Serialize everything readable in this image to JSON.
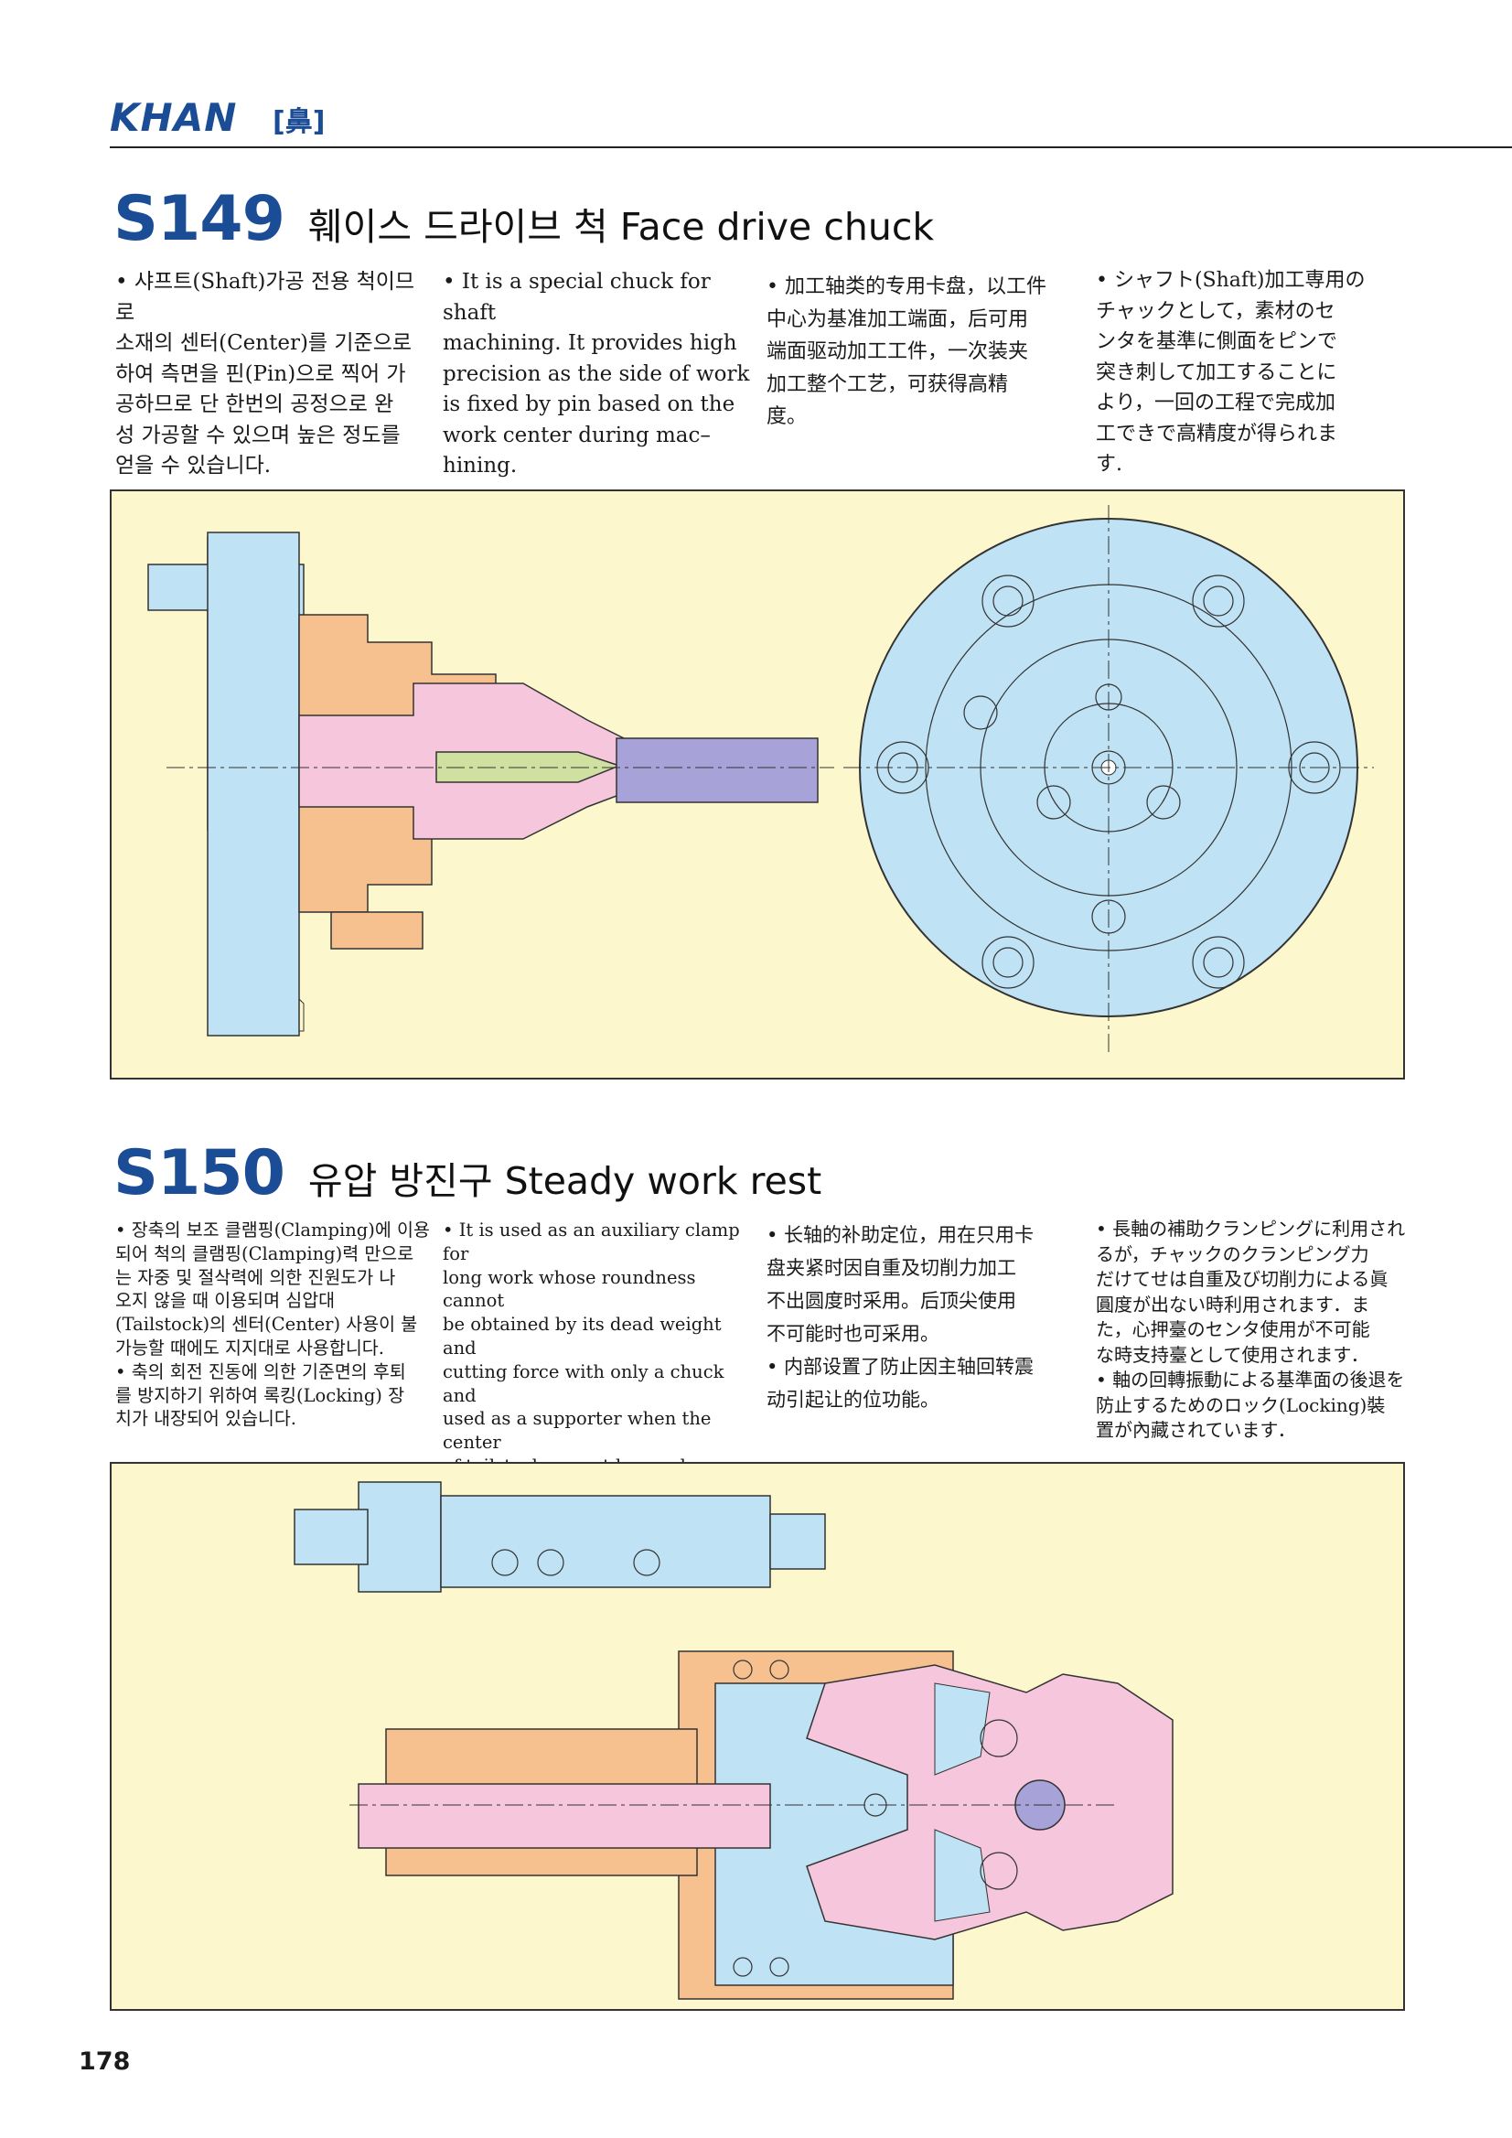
{
  "header": {
    "logo": "KHAN",
    "badge": "[鼻]"
  },
  "s149": {
    "code": "S149",
    "title": "훼이스 드라이브 척 Face drive chuck",
    "ko": "• 샤프트(Shaft)가공 전용 척이므로\n소재의 센터(Center)를 기준으로\n하여 측면을 핀(Pin)으로 찍어 가\n공하므로 단 한번의 공정으로 완\n성 가공할 수 있으며 높은 정도를\n얻을 수 있습니다.",
    "en": "• It is a special chuck for shaft\nmachining. It provides high\nprecision as the side of work\nis fixed by pin based on the\nwork center during mac–\nhining.",
    "zh": "• 加工轴类的专用卡盘，以工件\n中心为基准加工端面，后可用\n端面驱动加工工件，一次装夹\n加工整个工艺，可获得高精\n度。",
    "ja": "• シャフト(Shaft)加工専用の\nチャックとして，素材のセ\nンタを基準に側面をピンで\n突き刺して加工することに\nより，一回の工程で完成加\n工できで高精度が得られま\nす."
  },
  "s150": {
    "code": "S150",
    "title": "유압 방진구 Steady work rest",
    "ko": "• 장축의 보조 클램핑(Clamping)에 이용\n되어 척의 클램핑(Clamping)력 만으로\n는 자중 및 절삭력에 의한 진원도가 나\n오지 않을 때 이용되며 심압대\n(Tailstock)의 센터(Center) 사용이 불\n가능할 때에도 지지대로 사용합니다.\n• 축의 회전 진동에 의한 기준면의 후퇴\n를 방지하기 위하여 록킹(Locking) 장\n치가 내장되어 있습니다.",
    "en": "• It is used as an auxiliary clamp for\nlong work whose roundness cannot\nbe obtained by its dead weight and\ncutting force with only a chuck and\nused as a supporter when the center\nof tailstock cannot be used.\n• It is equipped with a locking unit in\norder to prevent backward motion\nfrom the base surface by axis\nrevolution vibration.",
    "zh": "• 长轴的补助定位，用在只用卡\n盘夹紧时因自重及切削力加工\n不出圆度时采用。后顶尖使用\n不可能时也可采用。\n• 内部设置了防止因主轴回转震\n动引起让的位功能。",
    "ja": "• 長軸の補助クランピングに利用され\nるが，チャックのクランピング力\nだけてせは自重及び切削力による眞\n圓度が出ない時利用されます．ま\nた，心押臺のセンタ使用が不可能\nな時支持臺として使用されます．\n• 軸の回轉振動による基準面の後退を\n防止するためのロック(Locking)裝\n置が內藏されています．"
  },
  "page_number": "178",
  "colors": {
    "brand_blue": "#1b4c96",
    "figure_bg": "#fdf7cd",
    "part_blue": "#bfe2f4",
    "part_orange": "#f6c18e",
    "part_pink": "#f6c6dc",
    "part_green": "#cfe0a0",
    "part_purple": "#a7a2d8"
  }
}
